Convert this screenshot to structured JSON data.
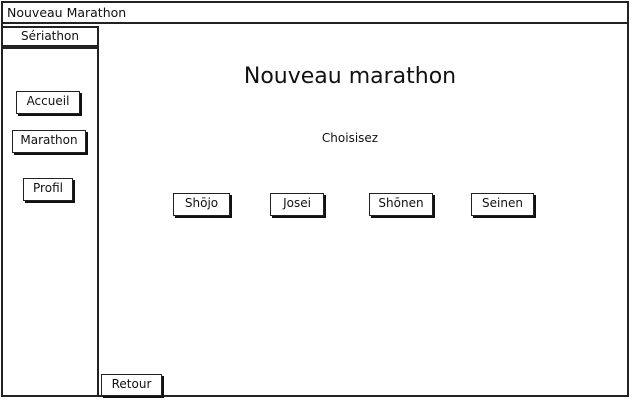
{
  "window": {
    "title": "Nouveau Marathon"
  },
  "sidebar": {
    "brand": "Sériathon",
    "items": [
      {
        "label": "Accueil"
      },
      {
        "label": "Marathon"
      },
      {
        "label": "Profil"
      }
    ]
  },
  "main": {
    "title": "Nouveau marathon",
    "subtitle": "Choisisez",
    "options": [
      {
        "label": "Shōjo"
      },
      {
        "label": "Josei"
      },
      {
        "label": "Shōnen"
      },
      {
        "label": "Seinen"
      }
    ]
  },
  "footer": {
    "back_label": "Retour"
  }
}
